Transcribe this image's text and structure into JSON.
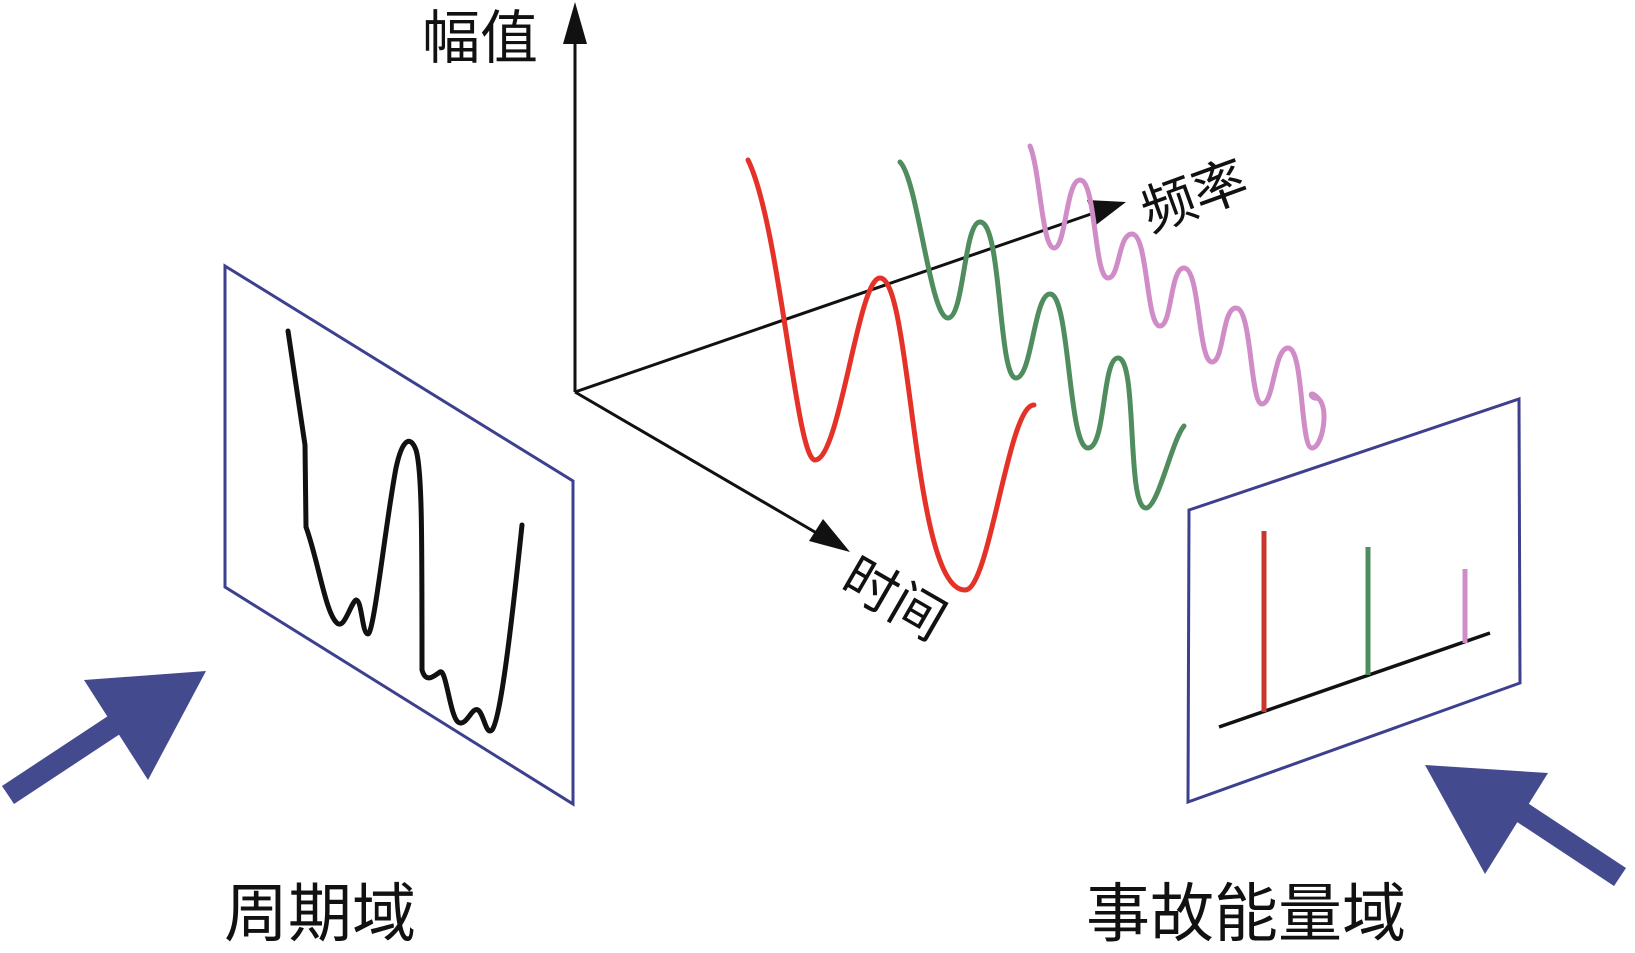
{
  "labels": {
    "amplitude_axis": "幅值",
    "frequency_axis": "频率",
    "time_axis": "时间",
    "period_domain": "周期域",
    "fault_energy_domain": "事故能量域"
  },
  "colors": {
    "axis": "#111111",
    "panel_border": "#3d3f8f",
    "view_arrow": "#434a8e",
    "wave_red": "#e53228",
    "wave_green": "#4f8c5e",
    "wave_pink": "#cf8cc7",
    "spectrum_red": "#c9372c",
    "spectrum_green": "#4f8c5e",
    "spectrum_pink": "#cf8cc7",
    "period_curve": "#111111"
  }
}
